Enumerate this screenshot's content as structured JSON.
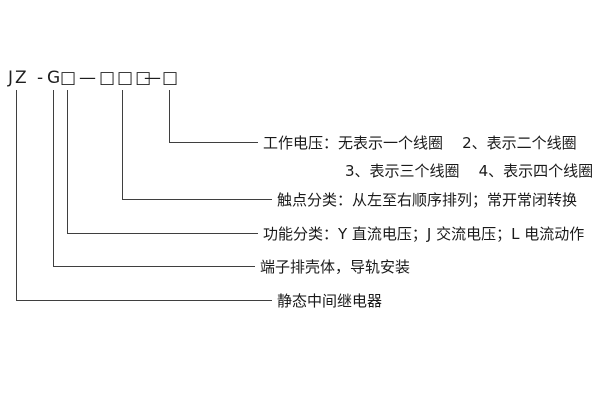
{
  "model_code": {
    "prefix": "JZ",
    "dash1": "-",
    "letter_g": "G",
    "box_function": "□",
    "dash2": "—",
    "box_contacts": "□□□",
    "dash3": "—",
    "box_voltage": "□"
  },
  "annotations": {
    "working_voltage_line1": "工作电压：无表示一个线圈    2、表示二个线圈",
    "working_voltage_line2": "3、表示三个线圈    4、表示四个线圈",
    "contact_class": "触点分类：从左至右顺序排列；常开常闭转换",
    "function_class": "功能分类：Y 直流电压；J 交流电压；L 电流动作",
    "housing": "端子排壳体，导轨安装",
    "relay_type": "静态中间继电器"
  }
}
